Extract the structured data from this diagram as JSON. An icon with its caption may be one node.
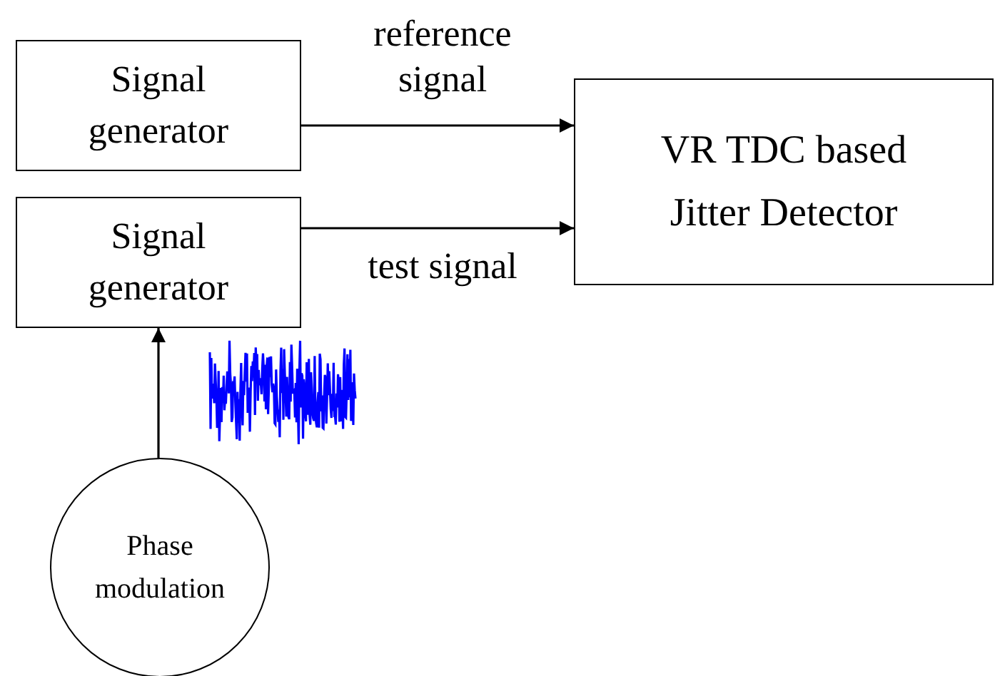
{
  "diagram": {
    "nodes": [
      {
        "text": [
          "Signal generator"
        ]
      },
      {
        "text": [
          "Signal generator"
        ]
      },
      {
        "text": [
          "VR TDC based Jitter Detector"
        ]
      },
      {
        "text": [
          "Phase modulation"
        ]
      }
    ],
    "edges": [
      {
        "from": 0,
        "to": 2,
        "arrow": "to",
        "label": "reference signal"
      },
      {
        "from": 1,
        "to": 2,
        "arrow": "to",
        "label": "test signal"
      },
      {
        "from": 3,
        "to": 1,
        "arrow": "to"
      }
    ]
  }
}
